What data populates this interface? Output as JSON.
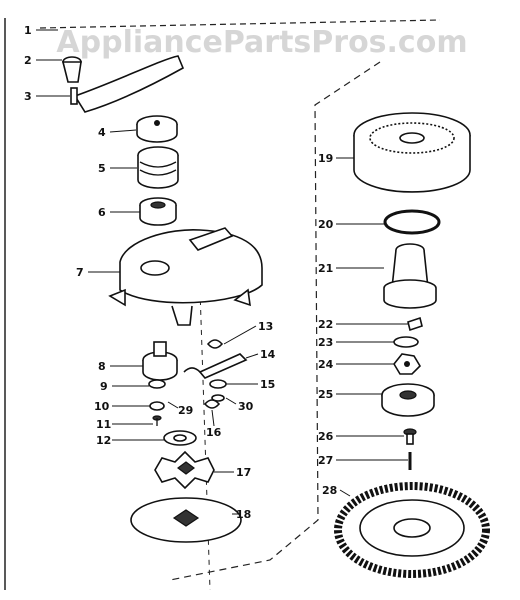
{
  "watermark": "AppliancePartsPros.com",
  "callouts": [
    "1",
    "2",
    "3",
    "4",
    "5",
    "6",
    "7",
    "8",
    "9",
    "10",
    "11",
    "12",
    "13",
    "14",
    "15",
    "16",
    "17",
    "18",
    "19",
    "20",
    "21",
    "22",
    "23",
    "24",
    "25",
    "26",
    "27",
    "28",
    "29",
    "30"
  ]
}
